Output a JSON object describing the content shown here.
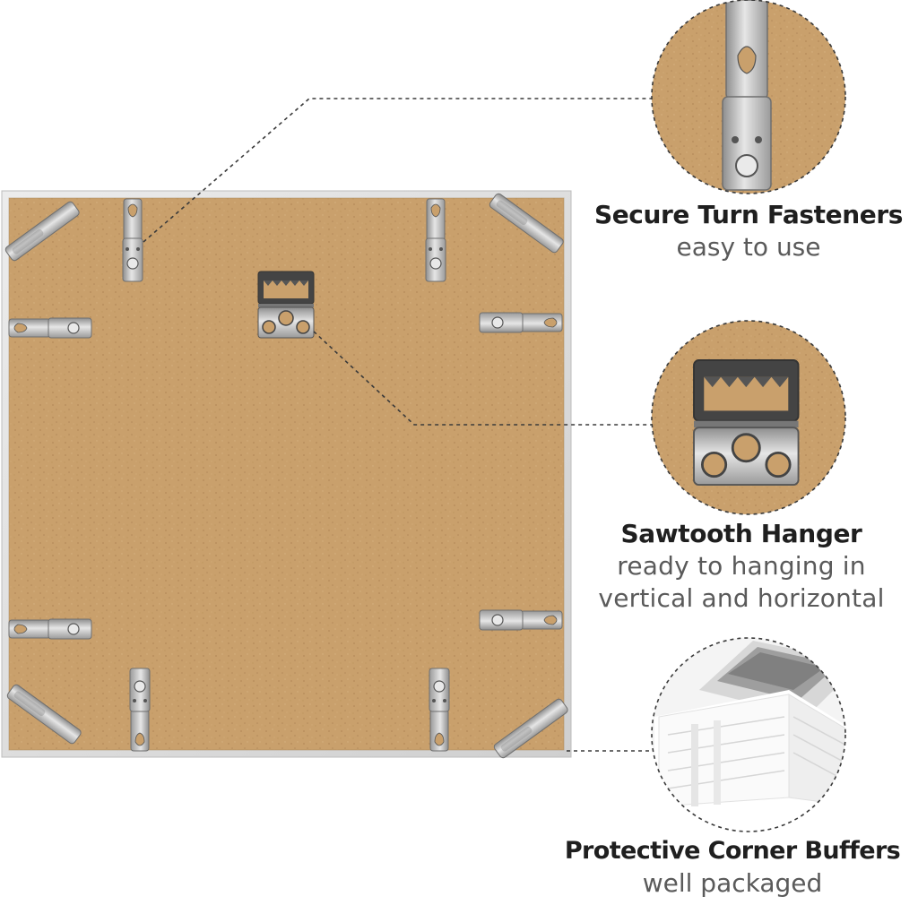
{
  "features": [
    {
      "title": "Secure Turn Fasteners",
      "subtitle_lines": [
        "easy to use"
      ]
    },
    {
      "title": "Sawtooth Hanger",
      "subtitle_lines": [
        "ready to hanging in",
        "vertical and horizontal"
      ]
    },
    {
      "title": "Protective Corner Buffers",
      "subtitle_lines": [
        "well packaged"
      ]
    }
  ],
  "colors": {
    "background": "#ffffff",
    "frame": "#d9d9d9",
    "backboard": "#c9a06c",
    "metal": "#b8b8b8",
    "connector_line": "#3a3a3a",
    "title_text": "#1f1f1f",
    "subtitle_text": "#5a5a5a"
  },
  "icons": [
    "turn-fastener-icon",
    "sawtooth-hanger-icon",
    "corner-buffer-icon"
  ]
}
